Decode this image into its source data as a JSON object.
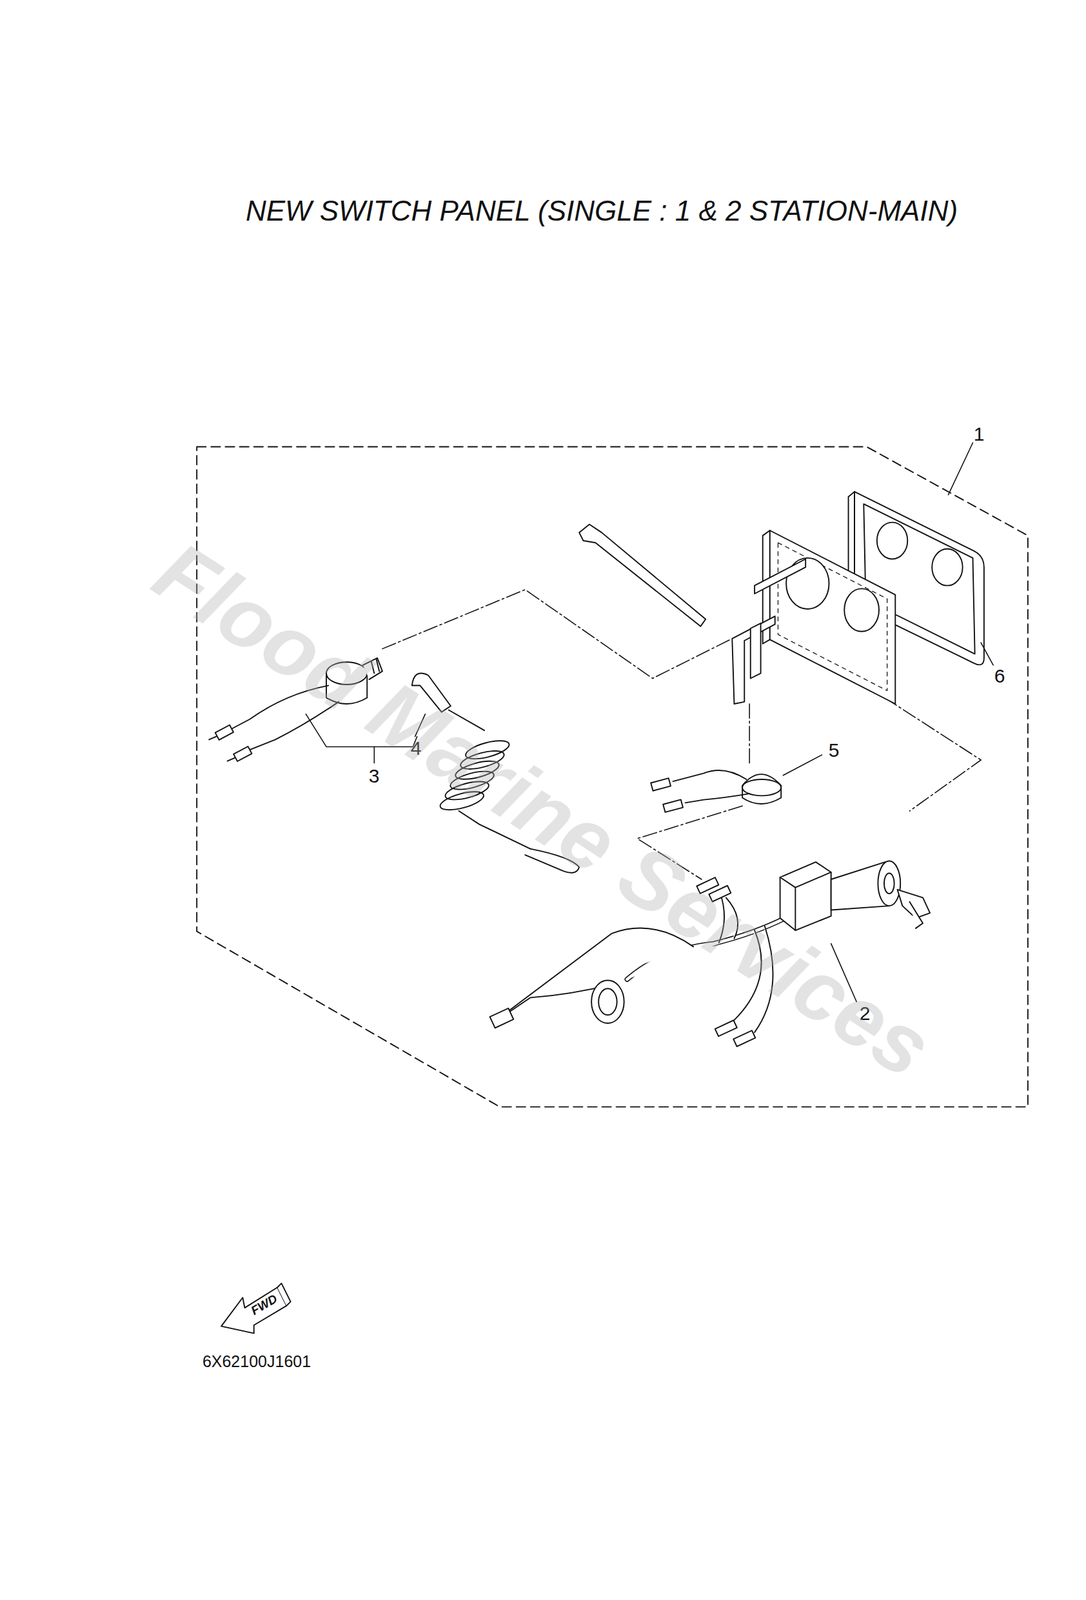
{
  "diagram": {
    "title": "NEW SWITCH PANEL (SINGLE : 1 & 2 STATION-MAIN)",
    "labels": [
      "1",
      "6",
      "4",
      "5",
      "3",
      "2",
      "FWD",
      "6X62100J1601",
      "Flood Marine Services"
    ]
  }
}
